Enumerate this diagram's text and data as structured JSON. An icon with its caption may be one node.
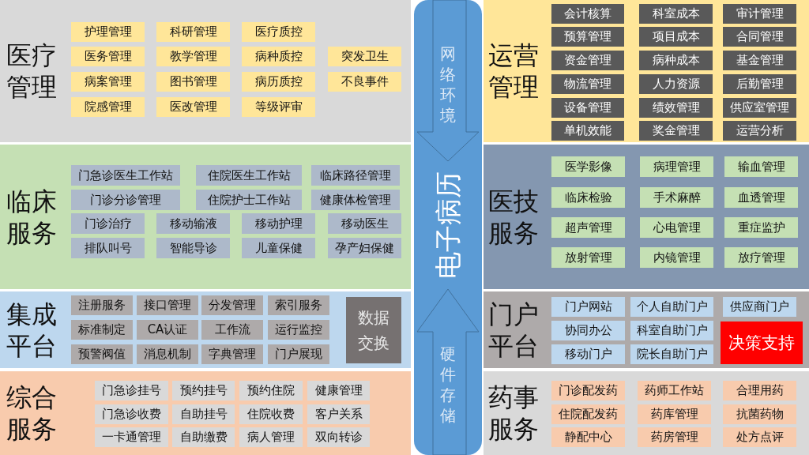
{
  "diagram": {
    "nodes": [
      {
        "text": [
          "医疗管理"
        ]
      },
      {
        "text": [
          "护理管理"
        ],
        "in": 0
      },
      {
        "text": [
          "科研管理"
        ],
        "in": 0
      },
      {
        "text": [
          "医疗质控"
        ],
        "in": 0
      },
      {
        "text": [
          "医务管理"
        ],
        "in": 0
      },
      {
        "text": [
          "教学管理"
        ],
        "in": 0
      },
      {
        "text": [
          "病种质控"
        ],
        "in": 0
      },
      {
        "text": [
          "突发卫生"
        ],
        "in": 0
      },
      {
        "text": [
          "病案管理"
        ],
        "in": 0
      },
      {
        "text": [
          "图书管理"
        ],
        "in": 0
      },
      {
        "text": [
          "病历质控"
        ],
        "in": 0
      },
      {
        "text": [
          "不良事件"
        ],
        "in": 0
      },
      {
        "text": [
          "院感管理"
        ],
        "in": 0
      },
      {
        "text": [
          "医改管理"
        ],
        "in": 0
      },
      {
        "text": [
          "等级评审"
        ],
        "in": 0
      },
      {
        "text": [
          "临床服务"
        ]
      },
      {
        "text": [
          "门急诊医生工作站"
        ],
        "in": 15
      },
      {
        "text": [
          "住院医生工作站"
        ],
        "in": 15
      },
      {
        "text": [
          "临床路径管理"
        ],
        "in": 15
      },
      {
        "text": [
          "门诊分诊管理"
        ],
        "in": 15
      },
      {
        "text": [
          "住院护士工作站"
        ],
        "in": 15
      },
      {
        "text": [
          "健康体检管理"
        ],
        "in": 15
      },
      {
        "text": [
          "门诊治疗"
        ],
        "in": 15
      },
      {
        "text": [
          "移动输液"
        ],
        "in": 15
      },
      {
        "text": [
          "移动护理"
        ],
        "in": 15
      },
      {
        "text": [
          "移动医生"
        ],
        "in": 15
      },
      {
        "text": [
          "排队叫号"
        ],
        "in": 15
      },
      {
        "text": [
          "智能导诊"
        ],
        "in": 15
      },
      {
        "text": [
          "儿童保健"
        ],
        "in": 15
      },
      {
        "text": [
          "孕产妇保健"
        ],
        "in": 15
      },
      {
        "text": [
          "集成平台"
        ]
      },
      {
        "text": [
          "注册服务"
        ],
        "in": 30
      },
      {
        "text": [
          "接口管理"
        ],
        "in": 30
      },
      {
        "text": [
          "分发管理"
        ],
        "in": 30
      },
      {
        "text": [
          "索引服务"
        ],
        "in": 30
      },
      {
        "text": [
          "标准制定"
        ],
        "in": 30
      },
      {
        "text": [
          "CA认证"
        ],
        "in": 30
      },
      {
        "text": [
          "工作流"
        ],
        "in": 30
      },
      {
        "text": [
          "运行监控"
        ],
        "in": 30
      },
      {
        "text": [
          "预警阀值"
        ],
        "in": 30
      },
      {
        "text": [
          "消息机制"
        ],
        "in": 30
      },
      {
        "text": [
          "字典管理"
        ],
        "in": 30
      },
      {
        "text": [
          "门户展现"
        ],
        "in": 30
      },
      {
        "text": [
          "数据交换"
        ],
        "in": 30
      },
      {
        "text": [
          "综合服务"
        ]
      },
      {
        "text": [
          "门急诊挂号"
        ],
        "in": 44
      },
      {
        "text": [
          "预约挂号"
        ],
        "in": 44
      },
      {
        "text": [
          "预约住院"
        ],
        "in": 44
      },
      {
        "text": [
          "健康管理"
        ],
        "in": 44
      },
      {
        "text": [
          "门急诊收费"
        ],
        "in": 44
      },
      {
        "text": [
          "自助挂号"
        ],
        "in": 44
      },
      {
        "text": [
          "住院收费"
        ],
        "in": 44
      },
      {
        "text": [
          "客户关系"
        ],
        "in": 44
      },
      {
        "text": [
          "一卡通管理"
        ],
        "in": 44
      },
      {
        "text": [
          "自助缴费"
        ],
        "in": 44
      },
      {
        "text": [
          "病人管理"
        ],
        "in": 44
      },
      {
        "text": [
          "双向转诊"
        ],
        "in": 44
      },
      {
        "text": [
          "电子病历"
        ]
      },
      {
        "text": [
          "网络环境"
        ],
        "in": 57
      },
      {
        "text": [
          "硬件存储"
        ],
        "in": 57
      },
      {
        "text": [
          "运营管理"
        ]
      },
      {
        "text": [
          "会计核算"
        ],
        "in": 60
      },
      {
        "text": [
          "科室成本"
        ],
        "in": 60
      },
      {
        "text": [
          "审计管理"
        ],
        "in": 60
      },
      {
        "text": [
          "预算管理"
        ],
        "in": 60
      },
      {
        "text": [
          "项目成本"
        ],
        "in": 60
      },
      {
        "text": [
          "合同管理"
        ],
        "in": 60
      },
      {
        "text": [
          "资金管理"
        ],
        "in": 60
      },
      {
        "text": [
          "病种成本"
        ],
        "in": 60
      },
      {
        "text": [
          "基金管理"
        ],
        "in": 60
      },
      {
        "text": [
          "物流管理"
        ],
        "in": 60
      },
      {
        "text": [
          "人力资源"
        ],
        "in": 60
      },
      {
        "text": [
          "后勤管理"
        ],
        "in": 60
      },
      {
        "text": [
          "设备管理"
        ],
        "in": 60
      },
      {
        "text": [
          "绩效管理"
        ],
        "in": 60
      },
      {
        "text": [
          "供应室管理"
        ],
        "in": 60
      },
      {
        "text": [
          "单机效能"
        ],
        "in": 60
      },
      {
        "text": [
          "奖金管理"
        ],
        "in": 60
      },
      {
        "text": [
          "运营分析"
        ],
        "in": 60
      },
      {
        "text": [
          "医技服务"
        ]
      },
      {
        "text": [
          "医学影像"
        ],
        "in": 79
      },
      {
        "text": [
          "病理管理"
        ],
        "in": 79
      },
      {
        "text": [
          "输血管理"
        ],
        "in": 79
      },
      {
        "text": [
          "临床检验"
        ],
        "in": 79
      },
      {
        "text": [
          "手术麻醉"
        ],
        "in": 79
      },
      {
        "text": [
          "血透管理"
        ],
        "in": 79
      },
      {
        "text": [
          "超声管理"
        ],
        "in": 79
      },
      {
        "text": [
          "心电管理"
        ],
        "in": 79
      },
      {
        "text": [
          "重症监护"
        ],
        "in": 79
      },
      {
        "text": [
          "放射管理"
        ],
        "in": 79
      },
      {
        "text": [
          "内镜管理"
        ],
        "in": 79
      },
      {
        "text": [
          "放疗管理"
        ],
        "in": 79
      },
      {
        "text": [
          "门户平台"
        ]
      },
      {
        "text": [
          "门户网站"
        ],
        "in": 92
      },
      {
        "text": [
          "个人自助门户"
        ],
        "in": 92
      },
      {
        "text": [
          "供应商门户"
        ],
        "in": 92
      },
      {
        "text": [
          "协同办公"
        ],
        "in": 92
      },
      {
        "text": [
          "科室自助门户"
        ],
        "in": 92
      },
      {
        "text": [
          "决策支持"
        ],
        "in": 92
      },
      {
        "text": [
          "移动门户"
        ],
        "in": 92
      },
      {
        "text": [
          "院长自助门户"
        ],
        "in": 92
      },
      {
        "text": [
          "药事服务"
        ]
      },
      {
        "text": [
          "门诊配发药"
        ],
        "in": 101
      },
      {
        "text": [
          "药师工作站"
        ],
        "in": 101
      },
      {
        "text": [
          "合理用药"
        ],
        "in": 101
      },
      {
        "text": [
          "住院配发药"
        ],
        "in": 101
      },
      {
        "text": [
          "药库管理"
        ],
        "in": 101
      },
      {
        "text": [
          "抗菌药物"
        ],
        "in": 101
      },
      {
        "text": [
          "静配中心"
        ],
        "in": 101
      },
      {
        "text": [
          "药房管理"
        ],
        "in": 101
      },
      {
        "text": [
          "处方点评"
        ],
        "in": 101
      }
    ]
  }
}
